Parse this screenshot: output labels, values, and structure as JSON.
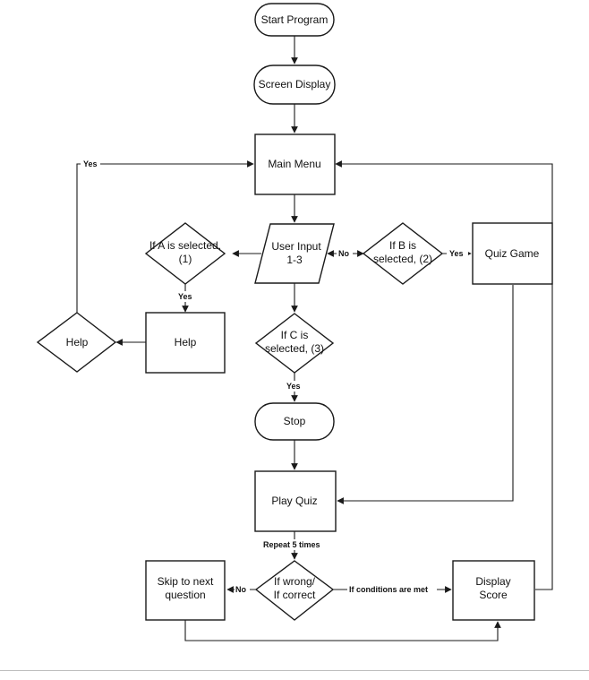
{
  "nodes": {
    "start": "Start Program",
    "screen_display": "Screen Display",
    "main_menu": "Main Menu",
    "user_input": [
      "User Input",
      "1-3"
    ],
    "if_a": [
      "If A is selected,",
      "(1)"
    ],
    "if_b": [
      "If B is",
      "selected, (2)"
    ],
    "quiz_game": "Quiz Game",
    "help_box": "Help",
    "help_diamond": "Help",
    "if_c": [
      "If C is",
      "selected, (3)"
    ],
    "stop": "Stop",
    "play_quiz": "Play Quiz",
    "if_wrong": [
      "If wrong/",
      "If correct"
    ],
    "skip": [
      "Skip to next",
      "question"
    ],
    "display_score": [
      "Display",
      "Score"
    ]
  },
  "edge_labels": {
    "help_to_menu": "Yes",
    "input_to_b": "No",
    "b_to_quiz": "Yes",
    "a_to_help": "Yes",
    "c_to_stop": "Yes",
    "repeat": "Repeat 5 times",
    "wrong_to_skip": "No",
    "conditions_met": "If conditions are met"
  }
}
